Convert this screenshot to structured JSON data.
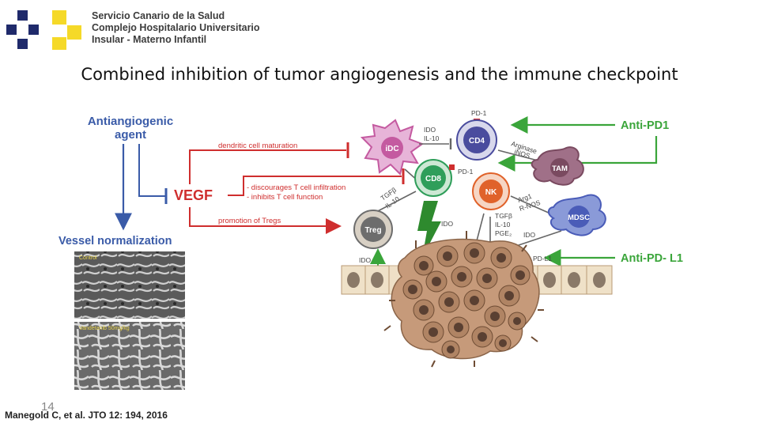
{
  "header": {
    "org_line1": "Servicio Canario de la Salud",
    "org_line2": "Complejo Hospitalario Universitario",
    "org_line3": "Insular - Materno Infantil",
    "logo_colors": {
      "navy": "#1f2a6b",
      "yellow": "#f5d928"
    }
  },
  "title": "Combined inhibition of tumor angiogenesis and the immune checkpoint",
  "diagram": {
    "antiangiogenic_line1": "Antiangiogenic",
    "antiangiogenic_line2": "agent",
    "vegf": "VEGF",
    "vessel_normalization": "Vessel normalization",
    "dc_maturation": "dendritic cell maturation",
    "discourages": "- discourages T cell infiltration",
    "inhibits": "- inhibits T cell function",
    "promotion_tregs": "promotion of Tregs",
    "anti_pd1": "Anti-PD1",
    "anti_pdl1": "Anti-PD- L1",
    "cells": {
      "idc": "iDC",
      "cd4": "CD4",
      "cd8": "CD8",
      "nk": "NK",
      "treg": "Treg",
      "tam": "TAM",
      "mdsc": "MDSC"
    },
    "labels": {
      "pd1_top": "PD-1",
      "pd1_cd8": "PD-1",
      "ido_idc": "IDO",
      "il10_idc": "IL-10",
      "arginase": "Arginase",
      "inos": "iNOS",
      "tgfb_cd8": "TGFβ",
      "il10_cd8": "IL-10",
      "arg1": "Arg1",
      "rnos": "R-NOS",
      "ido_mid": "IDO",
      "tgfb_nk": "TGFβ",
      "il10_nk": "IL-10",
      "pge2": "PGE₂",
      "ido_mdsc": "IDO",
      "ido_treg": "IDO",
      "pdl1": "PD-L1"
    },
    "micrograph_top_label": "Control",
    "micrograph_bottom_label": "Vandetanib 50mg/kg",
    "colors": {
      "blue": "#3a5ba8",
      "red": "#cf2e2e",
      "green": "#3aa53a",
      "idc": "#c45aa0",
      "cd4": "#4a4c9e",
      "cd8": "#2f9e5a",
      "nk": "#e0622a",
      "treg": "#6d6d6d",
      "tam": "#7a4a60",
      "mdsc": "#4a5cb8",
      "tumor": "#b8896a"
    }
  },
  "footer": {
    "citation": "Manegold C, et al.  JTO 12: 194, 2016",
    "page_number": "14"
  }
}
